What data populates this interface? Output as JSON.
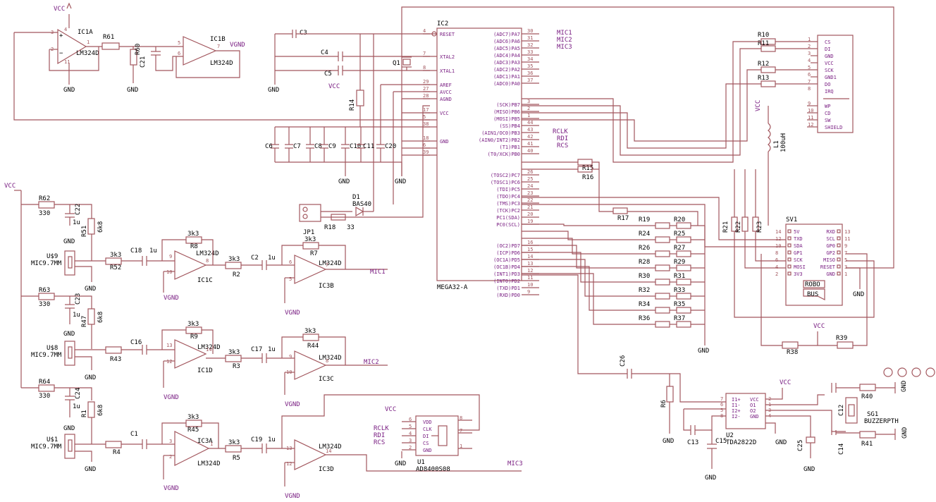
{
  "title": "",
  "colors": {
    "wire": "#a2565d",
    "net": "#7a1f83",
    "text": "#000000",
    "background": "#ffffff"
  },
  "nets": {
    "vcc": "VCC",
    "gnd": "GND",
    "vgnd": "VGND",
    "mic1": "MIC1",
    "mic2": "MIC2",
    "mic3": "MIC3",
    "rclk": "RCLK",
    "rdi": "RDI",
    "rcs": "RCS"
  },
  "ic1a": {
    "name": "IC1A",
    "part": "LM324D",
    "pins": [
      "3",
      "2",
      "1",
      "4",
      "11"
    ]
  },
  "ic1b": {
    "name": "IC1B",
    "part": "LM324D",
    "pins": [
      "5",
      "6",
      "7"
    ]
  },
  "ic1c": {
    "name": "IC1C",
    "part": "LM324D",
    "pins": [
      "9",
      "10",
      "8"
    ]
  },
  "ic1d": {
    "name": "IC1D",
    "part": "LM324D",
    "pins": [
      "13",
      "12",
      "14"
    ]
  },
  "ic3a": {
    "name": "IC3A",
    "part": "LM324D",
    "pins": [
      "3",
      "2",
      "1"
    ]
  },
  "ic3b": {
    "name": "IC3B",
    "part": "LM324D",
    "pins": [
      "6",
      "5",
      "7"
    ]
  },
  "ic3c": {
    "name": "IC3C",
    "part": "LM324D",
    "pins": [
      "9",
      "10",
      "8"
    ]
  },
  "ic3d": {
    "name": "IC3D",
    "part": "LM324D",
    "pins": [
      "13",
      "12",
      "14"
    ]
  },
  "passives": {
    "r61": "R61",
    "r60": "R60",
    "c21": "C21",
    "c3": "C3",
    "c4": "C4",
    "c5": "C5",
    "q1": "Q1",
    "r14": "R14",
    "c6": "C6",
    "c7": "C7",
    "c8": "C8",
    "c9": "C9",
    "c10": "C10",
    "c11": "C11",
    "c20": "C20",
    "d1": "D1",
    "d1part": "BAS40",
    "r18": "R18",
    "r18v": "33",
    "jp1": "JP1",
    "r62": "R62",
    "r62v": "330",
    "c22": "C22",
    "c22v": "1u",
    "r51": "R51",
    "r51v": "6k8",
    "u9": "U$9",
    "u9v": "MIC9.7MM",
    "r52": "R52",
    "r52v": "3k3",
    "c18": "C18",
    "c18v": "1u",
    "r8": "R8",
    "r8v": "3k3",
    "r2": "R2",
    "r2v": "3k3",
    "c2": "C2",
    "c2v": "1u",
    "r7": "R7",
    "r7v": "3k3",
    "r63": "R63",
    "r63v": "330",
    "c23": "C23",
    "c23v": "1u",
    "r47": "R47",
    "r47v": "6k8",
    "u8": "U$8",
    "u8v": "MIC9.7MM",
    "r43": "R43",
    "c16": "C16",
    "r9": "R9",
    "r9v": "3k3",
    "r3": "R3",
    "r3v": "3k3",
    "c17": "C17",
    "c17v": "1u",
    "r44": "R44",
    "r44v": "3k3",
    "r64": "R64",
    "r64v": "330",
    "c24": "C24",
    "c24v": "1u",
    "r1": "R1",
    "r1v": "6k8",
    "u1m": "U$1",
    "u1mv": "MIC9.7MM",
    "r4": "R4",
    "c1": "C1",
    "r45": "R45",
    "r45v": "3k3",
    "r5": "R5",
    "r5v": "3k3",
    "c19": "C19",
    "c19v": "1u",
    "u1": "U1",
    "u1part": "AD8400S08",
    "r10": "R10",
    "r11": "R11",
    "r12": "R12",
    "r13": "R13",
    "l1": "L1",
    "l1v": "100uH",
    "sv1": "SV1",
    "robo": "ROBO",
    "bus": "BUS",
    "r15": "R15",
    "r16": "R16",
    "r17": "R17",
    "r19": "R19",
    "r20": "R20",
    "r21": "R21",
    "r22": "R22",
    "r23": "R23",
    "r24": "R24",
    "r25": "R25",
    "r26": "R26",
    "r27": "R27",
    "r28": "R28",
    "r29": "R29",
    "r30": "R30",
    "r31": "R31",
    "r32": "R32",
    "r33": "R33",
    "r34": "R34",
    "r35": "R35",
    "r36": "R36",
    "r37": "R37",
    "r38": "R38",
    "r39": "R39",
    "c26": "C26",
    "r6": "R6",
    "c13": "C13",
    "c15": "C15",
    "u2": "U2",
    "u2part": "TDA2822D",
    "c25": "C25",
    "c12": "C12",
    "c14": "C14",
    "r40": "R40",
    "r41": "R41",
    "sg1": "SG1",
    "sg1part": "BUZZERPTH"
  },
  "mega": {
    "name": "IC2",
    "part": "MEGA32-A",
    "left_pins": [
      {
        "num": "4",
        "name": "RESET"
      },
      {
        "num": "7",
        "name": "XTAL2"
      },
      {
        "num": "8",
        "name": "XTAL1"
      },
      {
        "num": "29",
        "name": "AREF"
      },
      {
        "num": "27",
        "name": "AVCC"
      },
      {
        "num": "28",
        "name": "AGND"
      },
      {
        "num": "17",
        "name": "VCC"
      },
      {
        "num": "5",
        "name": ""
      },
      {
        "num": "38",
        "name": ""
      },
      {
        "num": "18",
        "name": "GND"
      },
      {
        "num": "6",
        "name": ""
      },
      {
        "num": "39",
        "name": ""
      }
    ],
    "right_pins": [
      {
        "num": "30",
        "name": "(ADC7)PA7"
      },
      {
        "num": "31",
        "name": "(ADC6)PA6"
      },
      {
        "num": "32",
        "name": "(ADC5)PA5"
      },
      {
        "num": "33",
        "name": "(ADC4)PA4"
      },
      {
        "num": "34",
        "name": "(ADC3)PA3"
      },
      {
        "num": "35",
        "name": "(ADC2)PA2"
      },
      {
        "num": "36",
        "name": "(ADC1)PA1"
      },
      {
        "num": "37",
        "name": "(ADC0)PA0"
      },
      {
        "num": "3",
        "name": "(SCK)PB7"
      },
      {
        "num": "2",
        "name": "(MISO)PB6"
      },
      {
        "num": "1",
        "name": "(MOSI)PB5"
      },
      {
        "num": "44",
        "name": "(SS)PB4"
      },
      {
        "num": "43",
        "name": "(AIN1/OC0)PB3"
      },
      {
        "num": "42",
        "name": "(AIN0/INT2)PB2"
      },
      {
        "num": "41",
        "name": "(T1)PB1"
      },
      {
        "num": "40",
        "name": "(T0/XCK)PB0"
      },
      {
        "num": "26",
        "name": "(TOSC2)PC7"
      },
      {
        "num": "25",
        "name": "(TOSC1)PC6"
      },
      {
        "num": "24",
        "name": "(TDI)PC5"
      },
      {
        "num": "23",
        "name": "(TDO)PC4"
      },
      {
        "num": "22",
        "name": "(TMS)PC3"
      },
      {
        "num": "21",
        "name": "(TCK)PC2"
      },
      {
        "num": "20",
        "name": "PC1(SDA)"
      },
      {
        "num": "19",
        "name": "PC0(SCL)"
      },
      {
        "num": "16",
        "name": "(OC2)PD7"
      },
      {
        "num": "15",
        "name": "(ICP)PD6"
      },
      {
        "num": "14",
        "name": "(OC1A)PD5"
      },
      {
        "num": "13",
        "name": "(OC1B)PD4"
      },
      {
        "num": "12",
        "name": "(INT1)PD3"
      },
      {
        "num": "11",
        "name": "(INT0)PD2"
      },
      {
        "num": "10",
        "name": "(TXD)PD1"
      },
      {
        "num": "9",
        "name": "(RXD)PD0"
      }
    ]
  },
  "sd_connector": {
    "pins": [
      {
        "num": "1",
        "name": "CS"
      },
      {
        "num": "2",
        "name": "DI"
      },
      {
        "num": "3",
        "name": "GND"
      },
      {
        "num": "4",
        "name": "VCC"
      },
      {
        "num": "5",
        "name": "SCK"
      },
      {
        "num": "6",
        "name": "GND1"
      },
      {
        "num": "7",
        "name": "DO"
      },
      {
        "num": "8",
        "name": "IRQ"
      }
    ],
    "extra": [
      "WP",
      "CD",
      "SW",
      "SHIELD"
    ],
    "extra_nums": [
      "9",
      "10",
      "11",
      "12"
    ]
  },
  "sv1_pins": {
    "left": [
      {
        "num": "14",
        "name": "5V"
      },
      {
        "num": "12",
        "name": "TXD"
      },
      {
        "num": "10",
        "name": "SDA"
      },
      {
        "num": "8",
        "name": "GP1"
      },
      {
        "num": "6",
        "name": "SCK"
      },
      {
        "num": "4",
        "name": "MOSI"
      },
      {
        "num": "2",
        "name": "3V3"
      }
    ],
    "right": [
      {
        "num": "13",
        "name": "RXD"
      },
      {
        "num": "11",
        "name": "SCL"
      },
      {
        "num": "9",
        "name": "GP0"
      },
      {
        "num": "7",
        "name": "GP2"
      },
      {
        "num": "5",
        "name": "MISO"
      },
      {
        "num": "3",
        "name": "RESET"
      },
      {
        "num": "1",
        "name": "GND"
      }
    ]
  },
  "ad8400": {
    "left": [
      {
        "num": "6",
        "name": "VDD"
      },
      {
        "num": "5",
        "name": "CLK"
      },
      {
        "num": "4",
        "name": "DI"
      },
      {
        "num": "3",
        "name": "CS"
      },
      {
        "num": "2",
        "name": "GND"
      }
    ],
    "right_nums": [
      "8",
      "7",
      "1"
    ]
  },
  "tda2822": {
    "left": [
      {
        "num": "7",
        "name": "I1+"
      },
      {
        "num": "6",
        "name": "I1-"
      },
      {
        "num": "5",
        "name": "I2+"
      },
      {
        "num": "8",
        "name": "I2-"
      }
    ],
    "right": [
      {
        "num": "2",
        "name": "VCC"
      },
      {
        "num": "1",
        "name": "O1"
      },
      {
        "num": "3",
        "name": "O2"
      },
      {
        "num": "4",
        "name": "GND"
      }
    ]
  }
}
